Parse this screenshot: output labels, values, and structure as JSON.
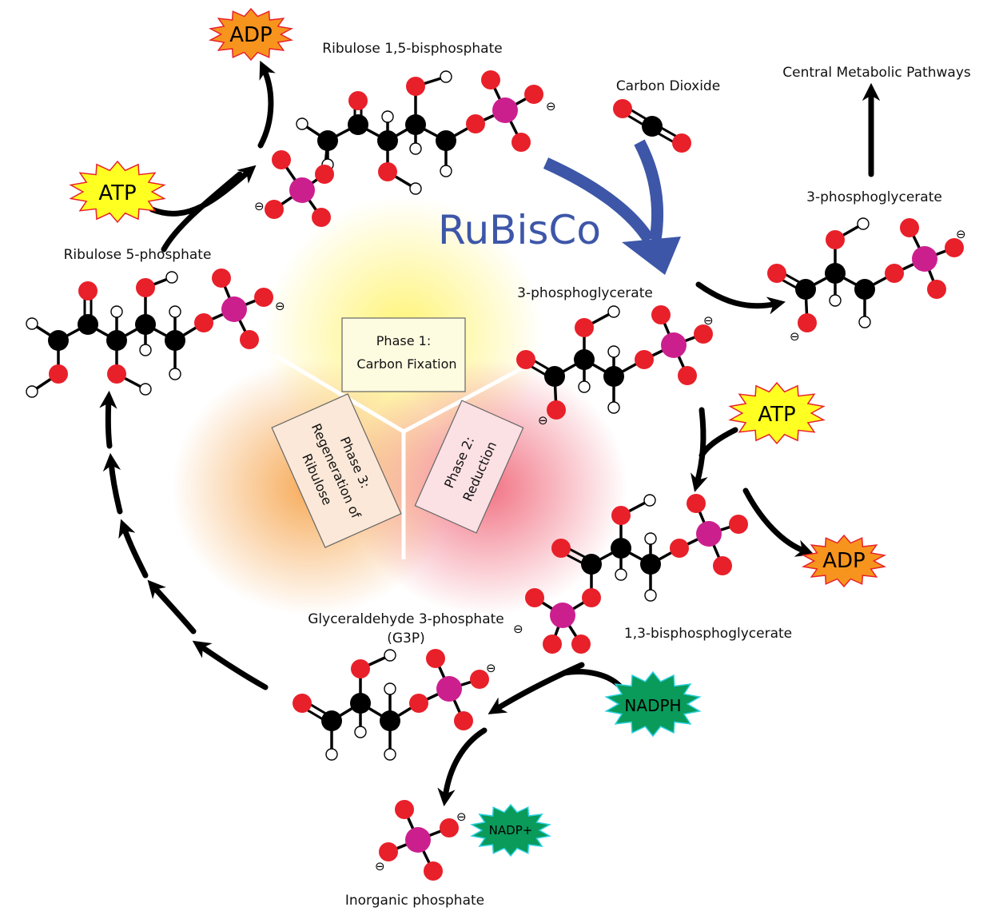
{
  "labels": {
    "ribulose_bp": "Ribulose 1,5-bisphosphate",
    "carbon_dioxide": "Carbon Dioxide",
    "central_pathways": "Central Metabolic Pathways",
    "pga_top": "3-phosphoglycerate",
    "pga_mid": "3-phosphoglycerate",
    "ribulose_5p": "Ribulose 5-phosphate",
    "bpg": "1,3-bisphosphoglycerate",
    "g3p_line1": "Glyceraldehyde 3-phosphate",
    "g3p_line2": "(G3P)",
    "inorganic_phosphate": "Inorganic phosphate",
    "enzyme": "RuBisCo",
    "charge": "⊖"
  },
  "badges": {
    "adp_top": "ADP",
    "atp_left": "ATP",
    "atp_right": "ATP",
    "adp_right": "ADP",
    "nadph": "NADPH",
    "nadp_plus": "NADP+"
  },
  "phases": {
    "phase1_line1": "Phase 1:",
    "phase1_line2": "Carbon Fixation",
    "phase2_line1": "Phase 2:",
    "phase2_line2": "Reduction",
    "phase3_line1": "Phase 3:",
    "phase3_line2": "Regeneration of",
    "phase3_line3": "Ribulose"
  },
  "colors": {
    "carbon": "#000000",
    "oxygen": "#e8202a",
    "hydrogen": "#ffffff",
    "phosphorus": "#cc1f8e",
    "rubisco": "#3d56a8",
    "atp_fill": "#ffff22",
    "adp_fill": "#f7941d",
    "nadph_fill": "#0a9a5a",
    "phase1_glow": "#fff27a",
    "phase2_glow": "#f06a7a",
    "phase3_glow": "#f7a040"
  }
}
